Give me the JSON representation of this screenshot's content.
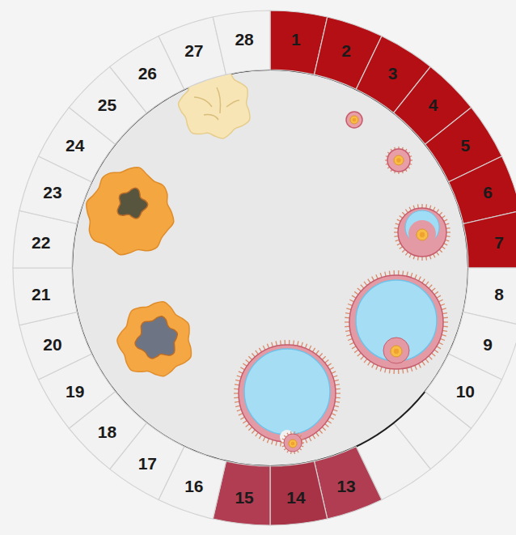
{
  "diagram": {
    "nodes": [
      {
        "text": [
          "1"
        ]
      },
      {
        "text": [
          "2"
        ]
      },
      {
        "text": [
          "3"
        ]
      },
      {
        "text": [
          "4"
        ]
      },
      {
        "text": [
          "5"
        ]
      },
      {
        "text": [
          "6"
        ]
      },
      {
        "text": [
          "7"
        ]
      },
      {
        "text": [
          "8"
        ]
      },
      {
        "text": [
          "9"
        ]
      },
      {
        "text": [
          "10"
        ]
      },
      {
        "text": [
          "13"
        ]
      },
      {
        "text": [
          "14"
        ]
      },
      {
        "text": [
          "15"
        ]
      },
      {
        "text": [
          "16"
        ]
      },
      {
        "text": [
          "17"
        ]
      },
      {
        "text": [
          "18"
        ]
      },
      {
        "text": [
          "19"
        ]
      },
      {
        "text": [
          "20"
        ]
      },
      {
        "text": [
          "21"
        ]
      },
      {
        "text": [
          "22"
        ]
      },
      {
        "text": [
          "23"
        ]
      },
      {
        "text": [
          "24"
        ]
      },
      {
        "text": [
          "25"
        ]
      },
      {
        "text": [
          "26"
        ]
      },
      {
        "text": [
          "27"
        ]
      },
      {
        "text": [
          "28"
        ]
      }
    ]
  }
}
